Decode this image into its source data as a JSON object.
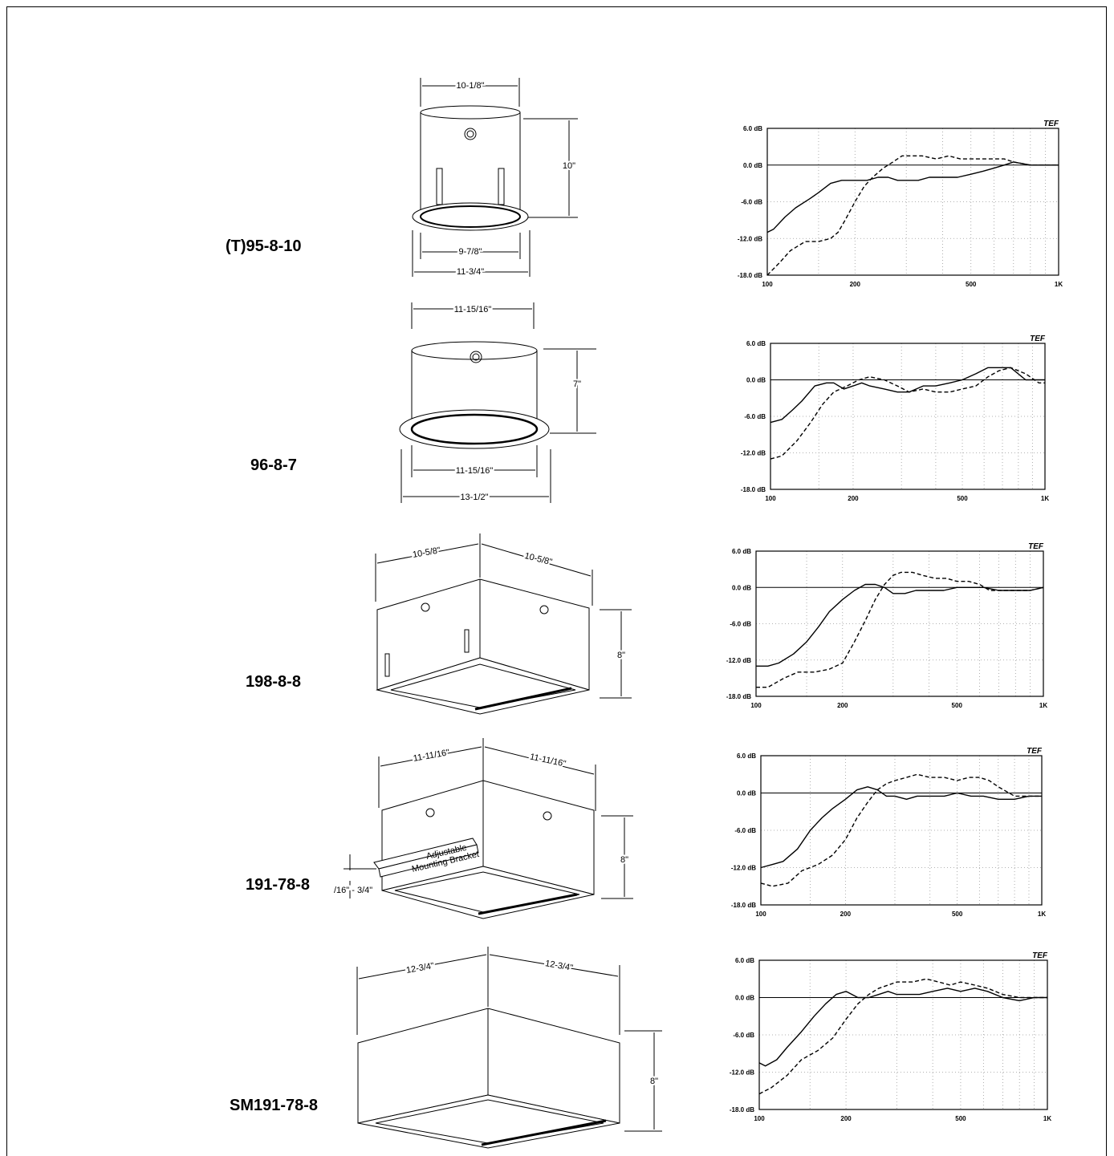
{
  "products": [
    {
      "model": "(T)95-8-10",
      "dimensions": [
        "10-1/8\"",
        "10\"",
        "9-7/8\"",
        "11-3/4\""
      ],
      "chart_data": {
        "type": "line",
        "y_tick_labels": [
          "6.0 dB",
          "0.0 dB",
          "-6.0 dB",
          "-12.0 dB",
          "-18.0 dB"
        ],
        "x_tick_labels": [
          "100",
          "200",
          "500",
          "1K"
        ],
        "ylim": [
          -18,
          6
        ],
        "xlim": [
          100,
          1000
        ],
        "xscale": "log",
        "grid": true,
        "logo": "TEF",
        "series": [
          {
            "style": "solid",
            "x": [
              100,
              105,
              115,
              125,
              140,
              150,
              165,
              180,
              200,
              220,
              240,
              260,
              280,
              300,
              330,
              360,
              400,
              450,
              500,
              550,
              600,
              650,
              700,
              800,
              900,
              1000
            ],
            "y": [
              -11,
              -10.5,
              -8.5,
              -7,
              -5.5,
              -4.5,
              -3,
              -2.5,
              -2.5,
              -2.5,
              -2,
              -2,
              -2.5,
              -2.5,
              -2.5,
              -2,
              -2,
              -2,
              -1.5,
              -1,
              -0.5,
              0,
              0.5,
              0,
              0,
              0
            ]
          },
          {
            "style": "dashed",
            "x": [
              100,
              110,
              120,
              135,
              150,
              165,
              175,
              185,
              200,
              215,
              230,
              250,
              270,
              290,
              310,
              340,
              380,
              420,
              460,
              500,
              550,
              600,
              650,
              700,
              800,
              900,
              1000
            ],
            "y": [
              -18,
              -16,
              -14,
              -12.5,
              -12.5,
              -12,
              -11,
              -9,
              -6,
              -3.5,
              -2,
              -0.5,
              0.5,
              1.5,
              1.5,
              1.5,
              1,
              1.5,
              1,
              1,
              1,
              1,
              1,
              0.5,
              0,
              0,
              0
            ]
          }
        ]
      }
    },
    {
      "model": "96-8-7",
      "dimensions": [
        "11-15/16\"",
        "7\"",
        "11-15/16\"",
        "13-1/2\""
      ],
      "chart_data": {
        "type": "line",
        "y_tick_labels": [
          "6.0 dB",
          "0.0 dB",
          "-6.0 dB",
          "-12.0 dB",
          "-18.0 dB"
        ],
        "x_tick_labels": [
          "100",
          "200",
          "500",
          "1K"
        ],
        "ylim": [
          -18,
          6
        ],
        "xlim": [
          100,
          1000
        ],
        "xscale": "log",
        "grid": true,
        "logo": "TEF",
        "series": [
          {
            "style": "solid",
            "x": [
              100,
              110,
              120,
              130,
              145,
              160,
              170,
              185,
              200,
              215,
              230,
              260,
              290,
              320,
              360,
              400,
              450,
              500,
              560,
              620,
              680,
              750,
              850,
              1000
            ],
            "y": [
              -7,
              -6.5,
              -5,
              -3.5,
              -1,
              -0.5,
              -0.5,
              -1.5,
              -1,
              -0.5,
              -1,
              -1.5,
              -2,
              -2,
              -1,
              -1,
              -0.5,
              0,
              1,
              2,
              2,
              2,
              0,
              0
            ]
          },
          {
            "style": "dashed",
            "x": [
              100,
              110,
              125,
              140,
              155,
              170,
              190,
              210,
              230,
              260,
              290,
              320,
              360,
              400,
              450,
              500,
              560,
              620,
              680,
              750,
              850,
              950,
              1000
            ],
            "y": [
              -13,
              -12.5,
              -10,
              -7,
              -4,
              -2,
              -1,
              0,
              0.5,
              0,
              -1,
              -2,
              -1.5,
              -2,
              -2,
              -1.5,
              -1,
              0.5,
              1.5,
              2,
              1,
              -0.5,
              -0.5
            ]
          }
        ]
      }
    },
    {
      "model": "198-8-8",
      "dimensions": [
        "10-5/8\"",
        "10-5/8\"",
        "8\""
      ],
      "chart_data": {
        "type": "line",
        "y_tick_labels": [
          "6.0 dB",
          "0.0 dB",
          "-6.0 dB",
          "-12.0 dB",
          "-18.0 dB"
        ],
        "x_tick_labels": [
          "100",
          "200",
          "500",
          "1K"
        ],
        "ylim": [
          -18,
          6
        ],
        "xlim": [
          100,
          1000
        ],
        "xscale": "log",
        "grid": true,
        "logo": "TEF",
        "series": [
          {
            "style": "solid",
            "x": [
              100,
              110,
              120,
              135,
              150,
              165,
              180,
              200,
              220,
              240,
              260,
              280,
              300,
              330,
              360,
              400,
              450,
              500,
              560,
              620,
              700,
              800,
              900,
              1000
            ],
            "y": [
              -13,
              -13,
              -12.5,
              -11,
              -9,
              -6.5,
              -4,
              -2,
              -0.5,
              0.5,
              0.5,
              0,
              -1,
              -1,
              -0.5,
              -0.5,
              -0.5,
              0,
              0,
              0,
              -0.5,
              -0.5,
              -0.5,
              0
            ]
          },
          {
            "style": "dashed",
            "x": [
              100,
              110,
              125,
              140,
              160,
              180,
              200,
              220,
              240,
              260,
              280,
              300,
              320,
              350,
              380,
              420,
              460,
              500,
              550,
              600,
              650,
              700,
              800,
              900,
              1000
            ],
            "y": [
              -16.5,
              -16.5,
              -15,
              -14,
              -14,
              -13.5,
              -12.5,
              -9,
              -5.5,
              -2,
              0.5,
              2,
              2.5,
              2.5,
              2,
              1.5,
              1.5,
              1,
              1,
              0.5,
              -0.5,
              -0.5,
              -0.5,
              -0.5,
              0
            ]
          }
        ]
      }
    },
    {
      "model": "191-78-8",
      "dimensions": [
        "11-11/16\"",
        "11-11/16\"",
        "8\"",
        "/16\" - 3/4\""
      ],
      "bracket_labels": [
        "Adjustable",
        "Mounting Bracket"
      ],
      "chart_data": {
        "type": "line",
        "y_tick_labels": [
          "6.0 dB",
          "0.0 dB",
          "-6.0 dB",
          "-12.0 dB",
          "-18.0 dB"
        ],
        "x_tick_labels": [
          "100",
          "200",
          "500",
          "1K"
        ],
        "ylim": [
          -18,
          6
        ],
        "xlim": [
          100,
          1000
        ],
        "xscale": "log",
        "grid": true,
        "logo": "TEF",
        "series": [
          {
            "style": "solid",
            "x": [
              100,
              110,
              120,
              135,
              150,
              165,
              180,
              200,
              220,
              240,
              260,
              280,
              300,
              330,
              360,
              400,
              450,
              500,
              560,
              620,
              700,
              800,
              900,
              1000
            ],
            "y": [
              -12,
              -11.5,
              -11,
              -9,
              -6,
              -4,
              -2.5,
              -1,
              0.5,
              1,
              0.5,
              -0.5,
              -0.5,
              -1,
              -0.5,
              -0.5,
              -0.5,
              0,
              -0.5,
              -0.5,
              -1,
              -1,
              -0.5,
              -0.5
            ]
          },
          {
            "style": "dashed",
            "x": [
              100,
              110,
              125,
              140,
              160,
              180,
              200,
              220,
              240,
              260,
              280,
              300,
              330,
              360,
              400,
              450,
              500,
              550,
              600,
              650,
              700,
              800,
              900,
              1000
            ],
            "y": [
              -14.5,
              -15,
              -14.5,
              -12.5,
              -11.5,
              -10,
              -7.5,
              -4,
              -1.5,
              0.5,
              1.5,
              2,
              2.5,
              3,
              2.5,
              2.5,
              2,
              2.5,
              2.5,
              2,
              1,
              -0.5,
              -0.5,
              -0.5
            ]
          }
        ]
      }
    },
    {
      "model": "SM191-78-8",
      "dimensions": [
        "12-3/4\"",
        "12-3/4\"",
        "8\""
      ],
      "chart_data": {
        "type": "line",
        "y_tick_labels": [
          "6.0 dB",
          "0.0 dB",
          "-6.0 dB",
          "-12.0 dB",
          "-18.0 dB"
        ],
        "x_tick_labels": [
          "100",
          "200",
          "500",
          "1K"
        ],
        "ylim": [
          -18,
          6
        ],
        "xlim": [
          100,
          1000
        ],
        "xscale": "log",
        "grid": true,
        "logo": "TEF",
        "series": [
          {
            "style": "solid",
            "x": [
              100,
              105,
              115,
              125,
              140,
              155,
              170,
              185,
              200,
              220,
              240,
              260,
              280,
              300,
              330,
              360,
              400,
              450,
              500,
              560,
              620,
              700,
              800,
              900,
              1000
            ],
            "y": [
              -10.5,
              -11,
              -10,
              -8,
              -5.5,
              -3,
              -1,
              0.5,
              1,
              0,
              0,
              0.5,
              1,
              0.5,
              0.5,
              0.5,
              1,
              1.5,
              1,
              1.5,
              1,
              0,
              -0.5,
              0,
              0
            ]
          },
          {
            "style": "dashed",
            "x": [
              100,
              110,
              125,
              140,
              160,
              180,
              200,
              220,
              240,
              260,
              280,
              300,
              340,
              380,
              420,
              460,
              500,
              560,
              620,
              700,
              800,
              900,
              1000
            ],
            "y": [
              -15.5,
              -14.5,
              -12.5,
              -10,
              -8.5,
              -6.5,
              -3.5,
              -1,
              0.5,
              1.5,
              2,
              2.5,
              2.5,
              3,
              2.5,
              2,
              2.5,
              2,
              1.5,
              0.5,
              0,
              0,
              0
            ]
          }
        ]
      }
    }
  ]
}
